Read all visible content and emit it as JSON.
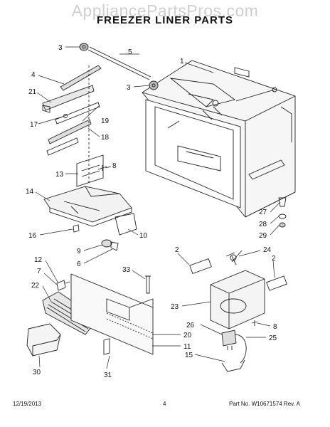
{
  "watermark": "AppliancePartsPros.com",
  "title": "FREEZER LINER PARTS",
  "footer": {
    "date": "12/19/2013",
    "page": "4",
    "part_no": "Part No. W10671574 Rev. A"
  },
  "callouts": {
    "c1": "1",
    "c2a": "2",
    "c2b": "2",
    "c3a": "3",
    "c3b": "3",
    "c4": "4",
    "c5": "5",
    "c6": "6",
    "c7": "7",
    "c8a": "8",
    "c8b": "8",
    "c9": "9",
    "c10": "10",
    "c11": "11",
    "c12": "12",
    "c13": "13",
    "c14": "14",
    "c15": "15",
    "c16": "16",
    "c17": "17",
    "c18": "18",
    "c19": "19",
    "c20": "20",
    "c21": "21",
    "c22": "22",
    "c23": "23",
    "c24": "24",
    "c25": "25",
    "c26": "26",
    "c27": "27",
    "c28": "28",
    "c29": "29",
    "c30": "30",
    "c31": "31",
    "c33": "33"
  }
}
